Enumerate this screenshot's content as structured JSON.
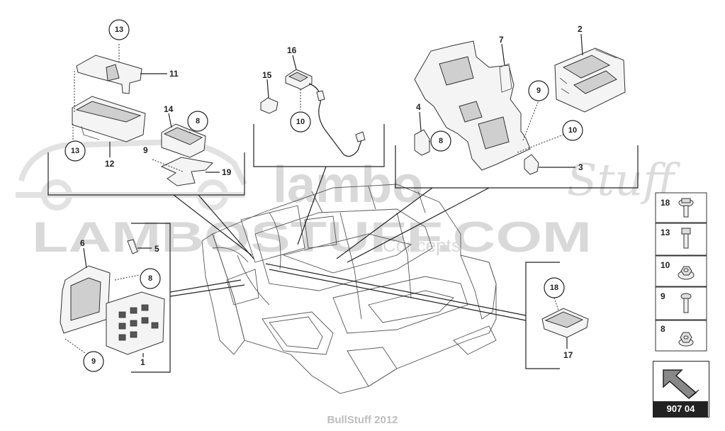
{
  "watermark": {
    "brand": "lambo",
    "script": "Stuff",
    "site": "LAMBOSTUFF.COM",
    "tagline": "Concepts"
  },
  "callouts": {
    "c13a": "13",
    "c13b": "13",
    "c8a": "8",
    "c9a": "9",
    "c10a": "10",
    "c9b": "9",
    "c10b": "10",
    "c8b": "8",
    "c8c": "8",
    "c9c": "9",
    "c18": "18"
  },
  "labels": {
    "p11": "11",
    "p12": "12",
    "p14": "14",
    "p19": "19",
    "p9a": "9",
    "p16": "16",
    "p15": "15",
    "p7": "7",
    "p2": "2",
    "p4": "4",
    "p3": "3",
    "p6": "6",
    "p5": "5",
    "p1": "1",
    "p17": "17"
  },
  "hardware": [
    {
      "num": "18",
      "icon": "flange-bolt-icon"
    },
    {
      "num": "13",
      "icon": "bolt-icon"
    },
    {
      "num": "10",
      "icon": "flange-nut-icon"
    },
    {
      "num": "9",
      "icon": "screw-icon"
    },
    {
      "num": "8",
      "icon": "nut-icon"
    }
  ],
  "page_ref": "907 04",
  "footer": "BullStuff 2012"
}
